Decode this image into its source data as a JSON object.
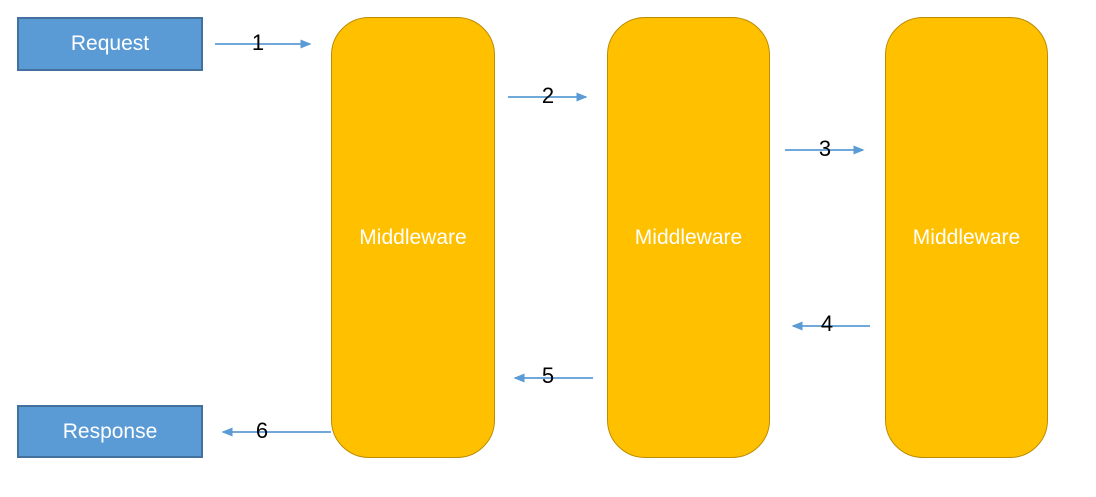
{
  "diagram": {
    "request": {
      "label": "Request"
    },
    "response": {
      "label": "Response"
    },
    "middlewares": [
      {
        "label": "Middleware"
      },
      {
        "label": "Middleware"
      },
      {
        "label": "Middleware"
      }
    ],
    "steps": [
      {
        "number": "1",
        "direction": "right",
        "from": "Request",
        "to": "Middleware 1"
      },
      {
        "number": "2",
        "direction": "right",
        "from": "Middleware 1",
        "to": "Middleware 2"
      },
      {
        "number": "3",
        "direction": "right",
        "from": "Middleware 2",
        "to": "Middleware 3"
      },
      {
        "number": "4",
        "direction": "left",
        "from": "Middleware 3",
        "to": "Middleware 2"
      },
      {
        "number": "5",
        "direction": "left",
        "from": "Middleware 2",
        "to": "Middleware 1"
      },
      {
        "number": "6",
        "direction": "left",
        "from": "Middleware 1",
        "to": "Response"
      }
    ],
    "colors": {
      "endpoint_fill": "#5B9BD5",
      "endpoint_border": "#41719C",
      "middleware_fill": "#FFC000",
      "middleware_border": "#BC8C00",
      "arrow": "#5B9BD5",
      "number_text": "#000000",
      "box_text": "#FFFFFF"
    }
  }
}
